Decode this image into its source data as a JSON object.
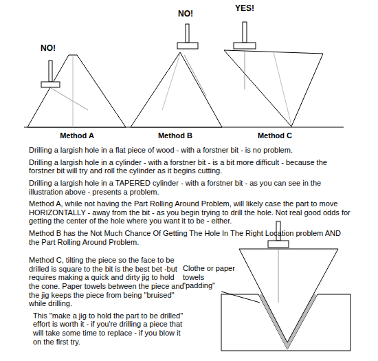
{
  "diagram": {
    "labels": [
      "NO!",
      "NO!",
      "YES!",
      "Method A",
      "Method B",
      "Method C",
      "Drilling a largish hole in a flat piece of wood - with a forstner bit - is no problem.",
      "Drilling a largish hole in a cylinder - with a forstner bit - is a bit more difficult - because the forstner bit will try and roll the cylinder as it begins cutting.",
      "Drilling a largish hole in a TAPERED cylinder - with a forstner bit - as you can see in the illustration above - presents a problem.",
      "Method A, while not having the Part Rolling Around Problem, will likely case the part to move HORIZONTALLY - away from the bit - as you begin trying to drill the hole. Not real good odds for getting the center of the hole where you want it to be - either.",
      "Method B has the Not Much Chance Of Getting The Hole In The Right Location problem AND the Part Rolling Around Problem.",
      "Method C, tilting the piece so the face to be drilled is square to the bit is the best bet -but requires making a quick and dirty jig to hold the cone. Paper towels between the piece and the jig keeps the piece from being \"bruised\" while drilling.",
      "This \"make a jig to hold the part to be drilled\" effort is worth it - if you're drilling a piece that will take some time to replace - if you blow it on the first try.",
      "Clothe or paper towels \"padding\""
    ]
  }
}
